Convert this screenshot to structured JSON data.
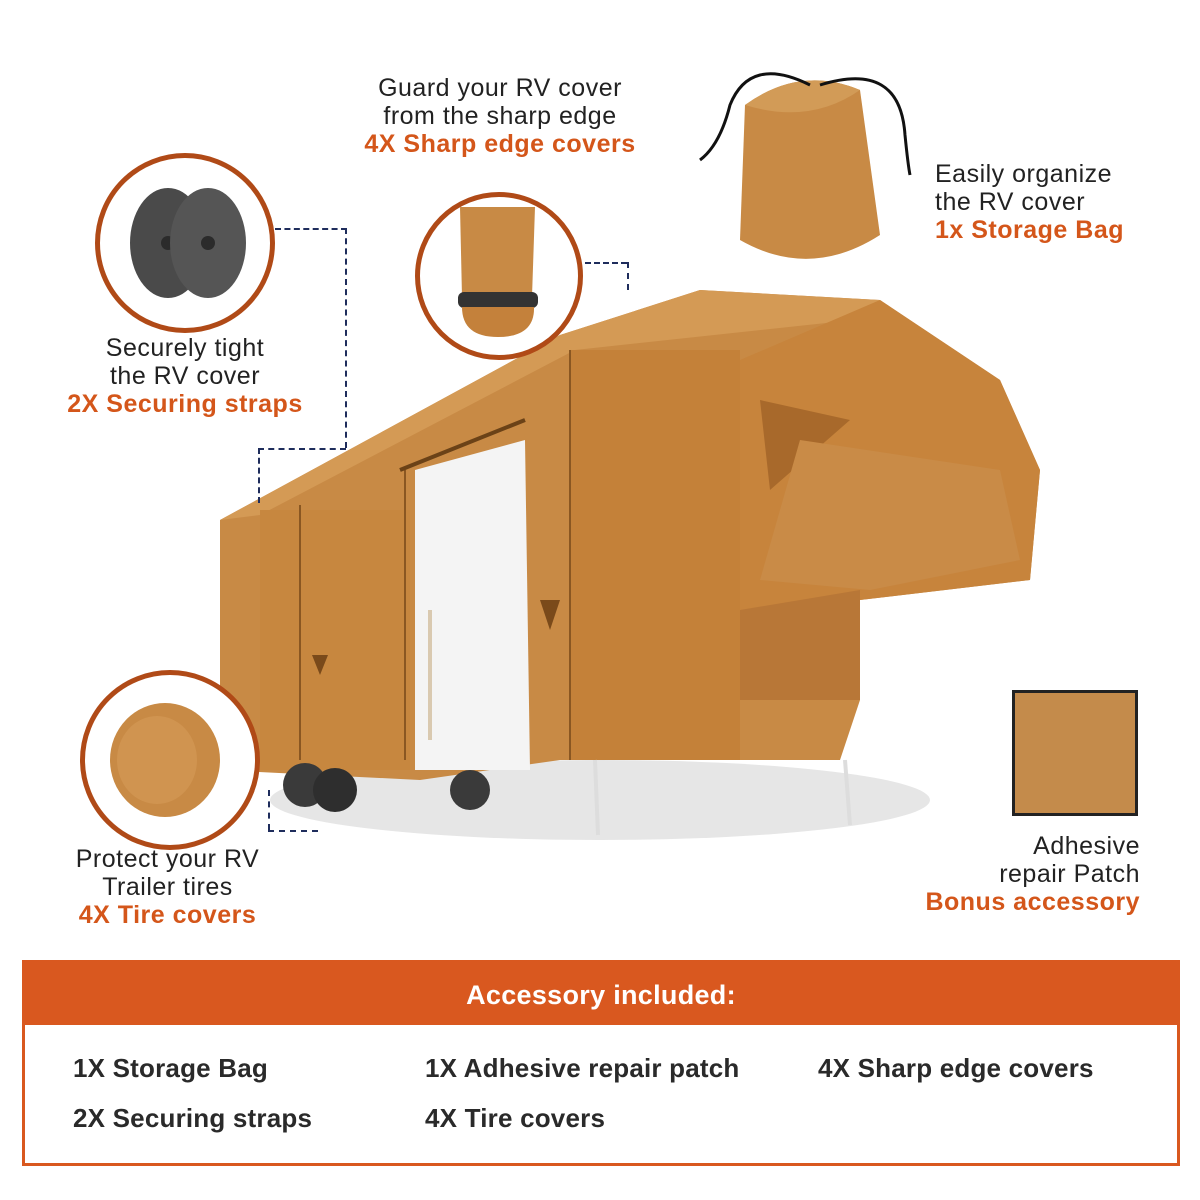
{
  "callouts": {
    "sharp_edge": {
      "line1": "Guard your RV cover",
      "line2": "from the sharp edge",
      "highlight": "4X Sharp edge covers"
    },
    "storage_bag": {
      "line1": "Easily organize",
      "line2": "the RV cover",
      "highlight": "1x Storage Bag"
    },
    "straps": {
      "line1": "Securely tight",
      "line2": "the RV cover",
      "highlight": "2X Securing straps"
    },
    "tires": {
      "line1": "Protect your RV",
      "line2": "Trailer tires",
      "highlight": "4X Tire covers"
    },
    "patch": {
      "line1": "Adhesive",
      "line2": "repair Patch",
      "highlight": "Bonus accessory"
    }
  },
  "banner": {
    "title": "Accessory included:",
    "items": [
      "1X Storage Bag",
      "1X Adhesive repair patch",
      "4X Sharp edge covers",
      "2X Securing straps",
      "4X Tire covers"
    ]
  },
  "colors": {
    "accent": "#d9581f",
    "cover": "#c88a45",
    "dash": "#1f2d5c"
  },
  "icons": [
    "rv-cover-illustration",
    "storage-bag-icon",
    "strap-icon",
    "edge-cover-icon",
    "tire-cover-icon",
    "repair-patch-icon"
  ]
}
